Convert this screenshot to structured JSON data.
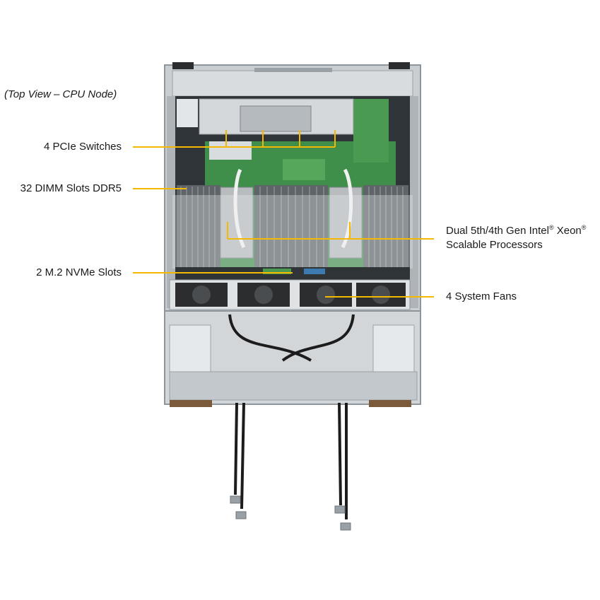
{
  "caption": "(Top View – CPU Node)",
  "labels": {
    "pcie": "4 PCIe Switches",
    "dimm": "32 DIMM Slots DDR5",
    "m2": "2 M.2 NVMe Slots",
    "cpu_line1_a": "Dual 5th/4th Gen Intel",
    "cpu_line1_b": " Xeon",
    "cpu_reg": "®",
    "cpu_line2": "Scalable Processors",
    "fans": "4 System Fans"
  },
  "colors": {
    "callout": "#f5b800",
    "chassis": "#c9ced2",
    "chassis_dark": "#8e959b",
    "pcb": "#3f8f4a",
    "heatsink": "#b8bcbf",
    "fan": "#2b2d2f",
    "cable": "#1c1c1c"
  }
}
